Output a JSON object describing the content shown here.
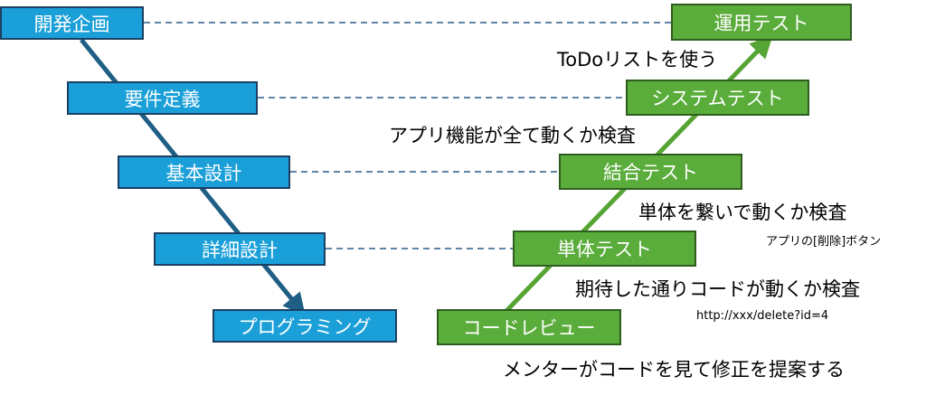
{
  "colors": {
    "left_box_fill": "#1a9fd9",
    "right_box_fill": "#5aac3b",
    "left_arrow": "#1f5f86",
    "right_arrow": "#56a433",
    "dashed_line": "#2a5c8a"
  },
  "left_steps": [
    "開発企画",
    "要件定義",
    "基本設計",
    "詳細設計",
    "プログラミング"
  ],
  "right_steps": [
    "運用テスト",
    "システムテスト",
    "結合テスト",
    "単体テスト",
    "コードレビュー"
  ],
  "notes": {
    "operation_test": "ToDoリストを使う",
    "system_test": "アプリ機能が全て動くか検査",
    "integration_test": "単体を繋いで動くか検査",
    "integration_example": "アプリの[削除]ボタン",
    "unit_test": "期待した通りコードが動くか検査",
    "unit_example": "http://xxx/delete?id=4",
    "code_review": "メンターがコードを見て修正を提案する"
  }
}
